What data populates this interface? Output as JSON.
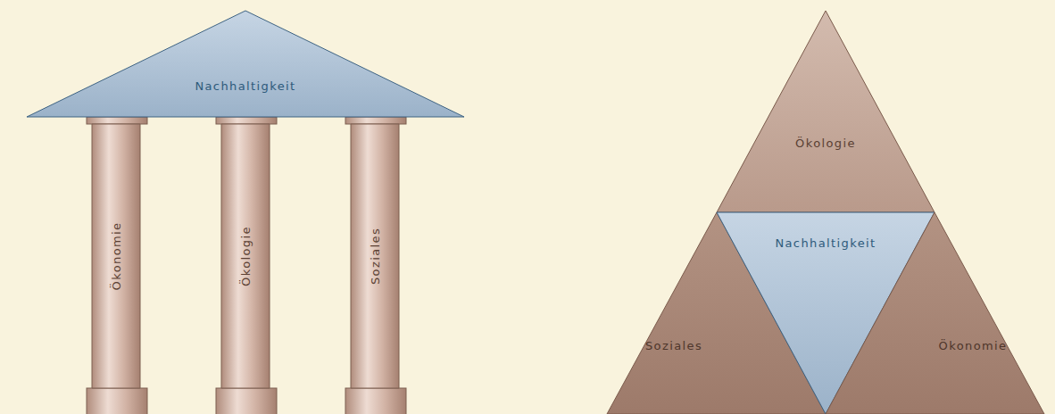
{
  "diagram": {
    "nodes": [
      {
        "text": [
          "Nachhaltigkeit"
        ]
      },
      {
        "text": [
          "Ökonomie"
        ]
      },
      {
        "text": [
          "Ökologie"
        ]
      },
      {
        "text": [
          "Soziales"
        ]
      },
      {
        "text": [
          "Ökologie"
        ]
      },
      {
        "text": [
          "Soziales"
        ]
      },
      {
        "text": [
          "Nachhaltigkeit"
        ]
      },
      {
        "text": [
          "Ökonomie"
        ]
      }
    ]
  }
}
